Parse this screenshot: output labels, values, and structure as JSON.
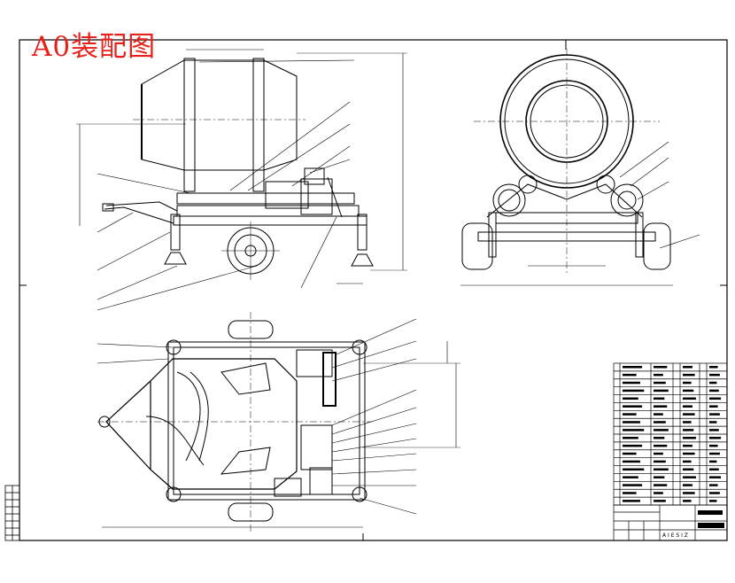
{
  "drawing": {
    "title": "A0装配图",
    "title_color": "#e8201a",
    "line_color": "#000000",
    "paper_color": "#ffffff"
  },
  "parts_list": {
    "rows": 18
  },
  "title_block": {
    "scale_row": "A  I  E  S  I  Z"
  }
}
